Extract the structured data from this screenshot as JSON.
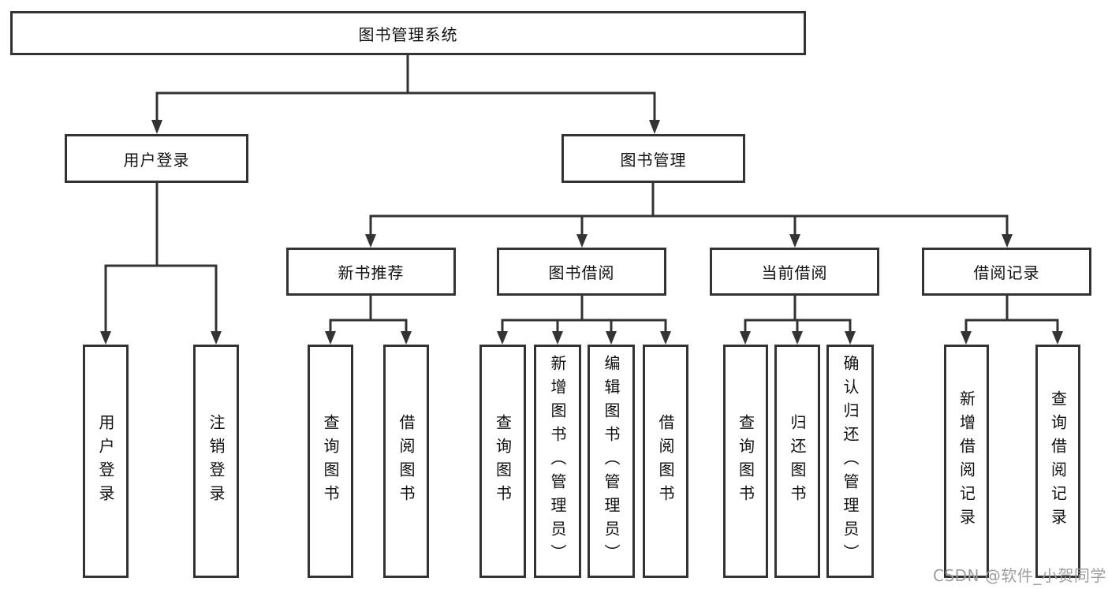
{
  "colors": {
    "line": "#333333",
    "box_border": "#333333",
    "text": "#111111",
    "watermark": "#9e9e9e",
    "background": "#ffffff"
  },
  "watermark": "CSDN @软件_小贺同学",
  "tree": {
    "root": "图书管理系统",
    "children": [
      {
        "label": "用户登录",
        "children": [
          "用户登录",
          "注销登录"
        ]
      },
      {
        "label": "图书管理",
        "children": [
          {
            "label": "新书推荐",
            "children": [
              "查询图书",
              "借阅图书"
            ]
          },
          {
            "label": "图书借阅",
            "children": [
              "查询图书",
              "新增图书（管理员）",
              "编辑图书（管理员）",
              "借阅图书"
            ]
          },
          {
            "label": "当前借阅",
            "children": [
              "查询图书",
              "归还图书",
              "确认归还（管理员）"
            ]
          },
          {
            "label": "借阅记录",
            "children": [
              "新增借阅记录",
              "查询借阅记录"
            ]
          }
        ]
      }
    ]
  }
}
